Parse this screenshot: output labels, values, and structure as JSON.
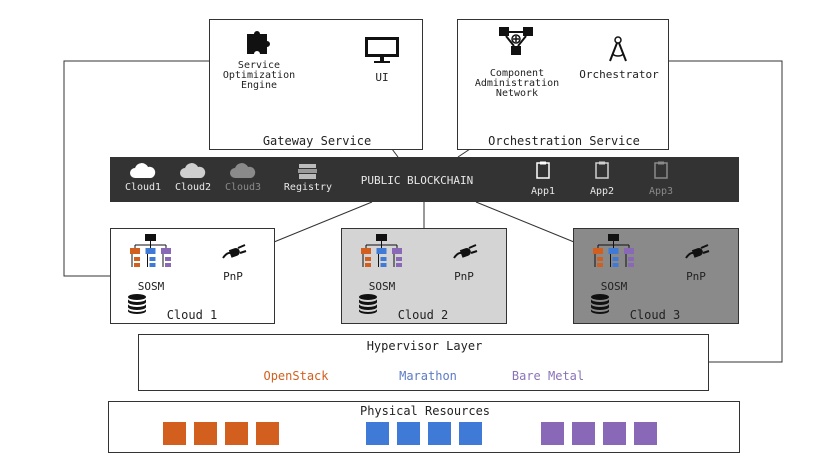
{
  "gateway": {
    "title": "Gateway Service",
    "engine_label": "Service\nOptimization\nEngine",
    "ui_label": "UI",
    "icons": [
      "puzzle-icon",
      "monitor-icon"
    ]
  },
  "orchestration": {
    "title": "Orchestration Service",
    "can_label": "Component\nAdministration\nNetwork",
    "orchestrator_label": "Orchestrator",
    "icons": [
      "network-nodes-icon",
      "compass-icon"
    ]
  },
  "blockchain": {
    "title": "PUBLIC BLOCKCHAIN",
    "clouds": [
      "Cloud1",
      "Cloud2",
      "Cloud3"
    ],
    "registry": "Registry",
    "apps": [
      "App1",
      "App2",
      "App3"
    ],
    "colors": {
      "bar": "#333333",
      "active": "#e8e8e8",
      "inactive": "#8a8a8a"
    }
  },
  "clouds": [
    {
      "name": "Cloud 1",
      "sosm": "SOSM",
      "pnp": "PnP",
      "bg": "#ffffff"
    },
    {
      "name": "Cloud 2",
      "sosm": "SOSM",
      "pnp": "PnP",
      "bg": "#d4d4d4"
    },
    {
      "name": "Cloud 3",
      "sosm": "SOSM",
      "pnp": "PnP",
      "bg": "#8a8a8a"
    }
  ],
  "hypervisor": {
    "title": "Hypervisor Layer",
    "items": [
      {
        "label": "OpenStack",
        "color": "#d35f1e"
      },
      {
        "label": "Marathon",
        "color": "#5b7bc4"
      },
      {
        "label": "Bare Metal",
        "color": "#8a72b8"
      }
    ]
  },
  "physical": {
    "title": "Physical Resources",
    "groups": [
      {
        "color": "#d35f1e",
        "count": 4
      },
      {
        "color": "#3f7bd6",
        "count": 4
      },
      {
        "color": "#8a68b8",
        "count": 4
      }
    ]
  }
}
